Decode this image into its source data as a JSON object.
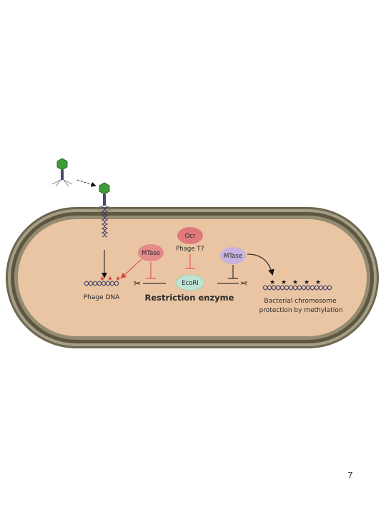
{
  "diagram": {
    "labels": {
      "ocr": "Ocr",
      "phage_t7": "Phage T7",
      "mtase_left": "MTase",
      "mtase_right": "MTase",
      "ecori": "EcoRI",
      "phage_dna": "Phage DNA",
      "restriction_enzyme": "Restriction enzyme",
      "bacterial_line1": "Bacterial chromosome",
      "bacterial_line2": "protection by methylation"
    },
    "colors": {
      "cytoplasm": "#e9c5a3",
      "membrane_outer": "#6f6650",
      "membrane_inner": "#9a947c",
      "ocr_fill": "#e07a7a",
      "mtase_left_fill": "#e38a8a",
      "mtase_right_fill": "#c8b3de",
      "ecori_fill": "#bfe3d2",
      "dna": "#3c3a66",
      "inhibition": "#d9463f",
      "phage_head": "#3f9a3a"
    }
  },
  "footer": {
    "slide_number": "7"
  }
}
